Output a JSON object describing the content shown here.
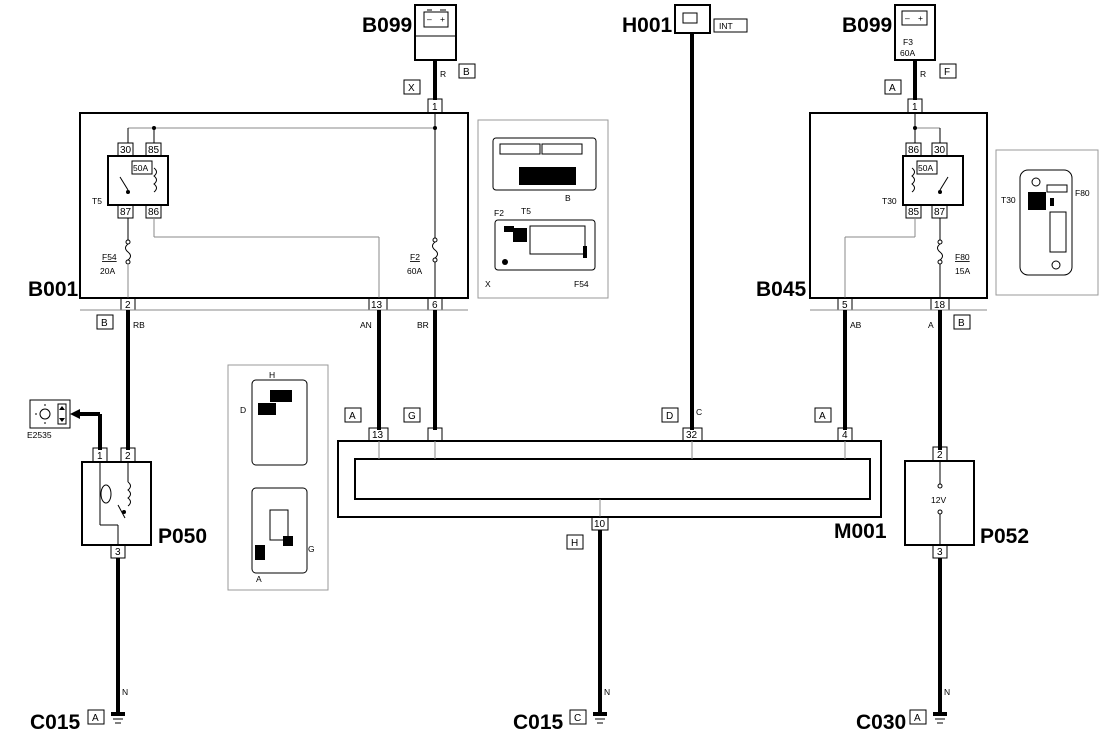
{
  "components": {
    "battery_left": {
      "code": "B099",
      "conn": "B",
      "terminal": "X",
      "pin": "1",
      "wire": "R"
    },
    "battery_right": {
      "code": "B099",
      "conn": "F",
      "terminal": "A",
      "pin": "1",
      "wire": "R",
      "fuse": "F3",
      "fuse_rating": "60A"
    },
    "ignition": {
      "code": "H001",
      "label": "INT",
      "wire": "C",
      "conn": "D",
      "pin": "32"
    },
    "b001": {
      "code": "B001",
      "relay": "T5",
      "relay_rating": "50A",
      "pins": {
        "p30": "30",
        "p85": "85",
        "p87": "87",
        "p86": "86"
      },
      "fuse1": "F54",
      "fuse1_rating": "20A",
      "fuse2": "F2",
      "fuse2_rating": "60A",
      "out_pin_a": "2",
      "out_pin_b": "13",
      "out_pin_c": "6",
      "wire_a": "RB",
      "wire_b": "AN",
      "wire_c": "BR",
      "conn": "B"
    },
    "b045": {
      "code": "B045",
      "relay": "T30",
      "relay_rating": "50A",
      "pins": {
        "p86": "86",
        "p30": "30",
        "p85": "85",
        "p87": "87"
      },
      "fuse": "F80",
      "fuse_rating": "15A",
      "out_pin_a": "5",
      "out_pin_b": "18",
      "wire_a": "AB",
      "wire_b": "A",
      "conn": "B"
    },
    "inset_b001": {
      "b": "B",
      "f2": "F2",
      "t5": "T5",
      "x": "X",
      "f54": "F54"
    },
    "inset_b045": {
      "t30": "T30",
      "f80": "F80"
    },
    "inset_m001": {
      "h": "H",
      "d": "D",
      "g": "G",
      "a": "A"
    },
    "e2535": {
      "code": "E2535"
    },
    "p050": {
      "code": "P050",
      "pin1": "1",
      "pin2": "2",
      "pin3": "3",
      "wire": "N"
    },
    "p052": {
      "code": "P052",
      "pin2": "2",
      "pin3": "3",
      "voltage": "12V",
      "wire": "N"
    },
    "m001": {
      "code": "M001",
      "conn_a1": "A",
      "pin_a1": "13",
      "conn_g": "G",
      "conn_d": "D",
      "pin_d": "32",
      "conn_a2": "A",
      "pin_a2": "4",
      "conn_h": "H",
      "pin_h": "10",
      "wire": "N"
    },
    "grounds": [
      {
        "code": "C015",
        "conn": "A"
      },
      {
        "code": "C015",
        "conn": "C"
      },
      {
        "code": "C030",
        "conn": "A"
      }
    ]
  }
}
